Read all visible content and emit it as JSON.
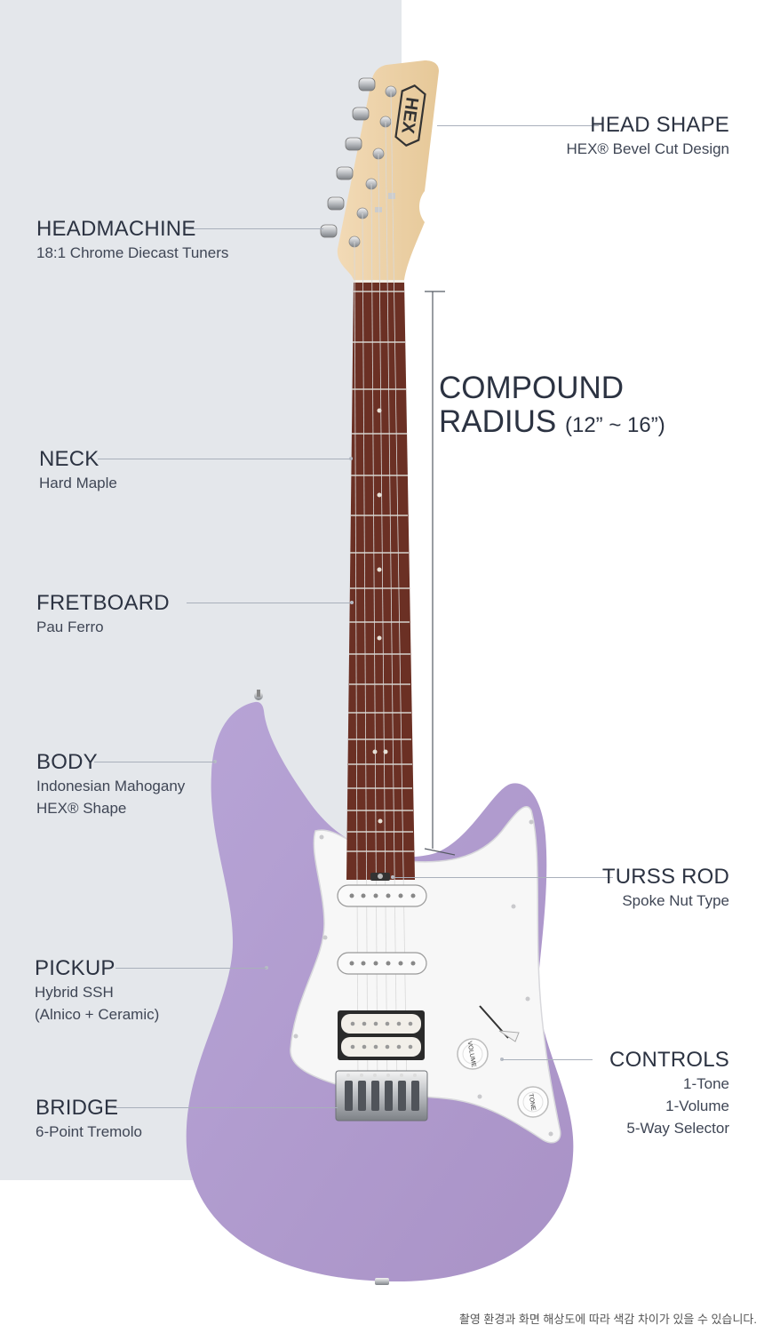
{
  "specs": {
    "head_shape": {
      "title": "HEAD SHAPE",
      "lines": [
        "HEX® Bevel Cut Design"
      ]
    },
    "headmachine": {
      "title": "HEADMACHINE",
      "lines": [
        "18:1 Chrome Diecast Tuners"
      ]
    },
    "neck": {
      "title": "NECK",
      "lines": [
        "Hard Maple"
      ]
    },
    "fretboard": {
      "title": "FRETBOARD",
      "lines": [
        "Pau Ferro"
      ]
    },
    "body": {
      "title": "BODY",
      "lines": [
        "Indonesian Mahogany",
        "HEX® Shape"
      ]
    },
    "truss_rod": {
      "title": "TURSS ROD",
      "lines": [
        "Spoke Nut Type"
      ]
    },
    "pickup": {
      "title": "PICKUP",
      "lines": [
        "Hybrid SSH",
        "(Alnico + Ceramic)"
      ]
    },
    "controls": {
      "title": "CONTROLS",
      "lines": [
        "1-Tone",
        "1-Volume",
        "5-Way Selector"
      ]
    },
    "bridge": {
      "title": "BRIDGE",
      "lines": [
        "6-Point Tremolo"
      ]
    }
  },
  "compound_radius": {
    "line1": "COMPOUND",
    "line2": "RADIUS",
    "range": "(12” ~ 16”)"
  },
  "headstock_logo": "HEX",
  "knob_labels": {
    "volume": "VOLUME",
    "tone": "TONE"
  },
  "footnote": "촬영 환경과 화면 해상도에 따라 색감 차이가 있을 수 있습니다.",
  "colors": {
    "body": "#ad98cc",
    "pickguard": "#f7f7f7",
    "fretboard": "#6b3024",
    "headstock": "#eed3aa",
    "panel": "#e4e7eb"
  }
}
